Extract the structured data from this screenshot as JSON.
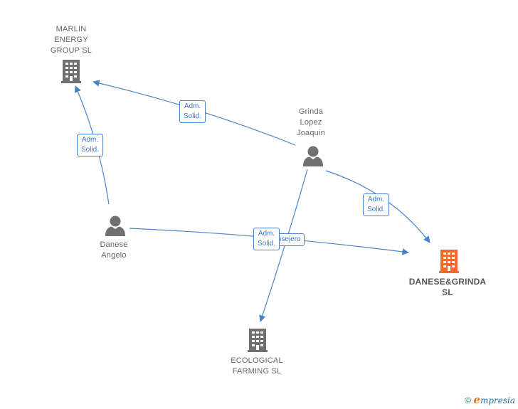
{
  "nodes": {
    "marlin": {
      "label": "MARLIN\nENERGY\nGROUP  SL",
      "kind": "company"
    },
    "danese_grinda": {
      "label": "DANESE&GRINDA\nSL",
      "kind": "company-focus"
    },
    "ecological": {
      "label": "ECOLOGICAL\nFARMING  SL",
      "kind": "company"
    },
    "grinda": {
      "label": "Grinda\nLopez\nJoaquin",
      "kind": "person"
    },
    "danese": {
      "label": "Danese\nAngelo",
      "kind": "person"
    }
  },
  "edges": {
    "grinda_marlin": "Adm.\nSolid.",
    "danese_marlin": "Adm.\nSolid.",
    "grinda_danese_grinda": "Adm.\nSolid.",
    "danese_danese_grinda": "Consejero",
    "grinda_ecological": "Adm.\nSolid."
  },
  "colors": {
    "company": "#707070",
    "company_focus": "#f26a2e",
    "person": "#707070",
    "edge": "#4a84c8"
  },
  "footer": {
    "copyright": "©",
    "brand_initial": "e",
    "brand_rest": "mpresia"
  }
}
